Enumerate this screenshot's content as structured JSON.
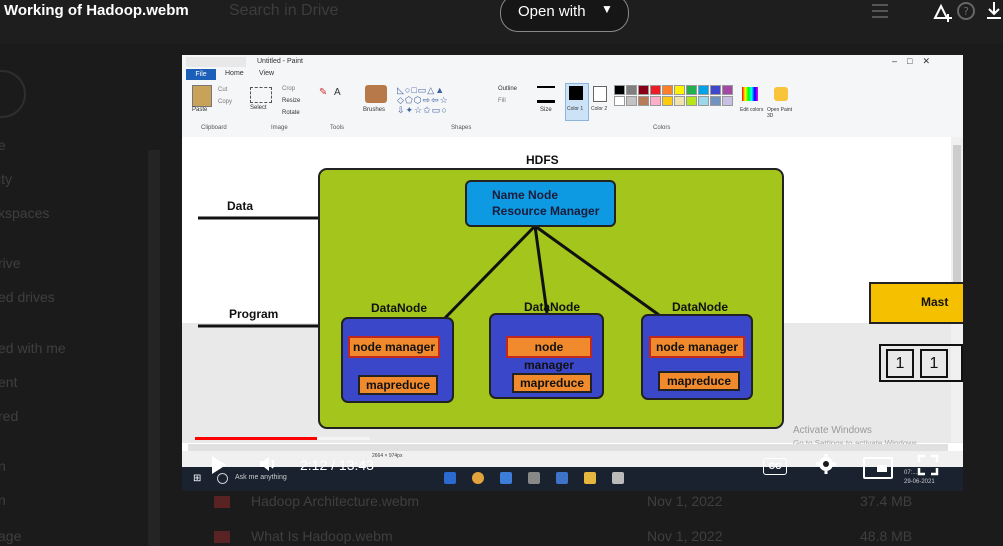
{
  "top_bar": {
    "file_title": "Working of Hadoop.webm",
    "search_placeholder": "Search in Drive",
    "open_with_label": "Open with",
    "icons": [
      "filter-icon",
      "add-to-drive-icon",
      "help-icon",
      "download-icon"
    ]
  },
  "sidebar": {
    "items": [
      "e",
      "ity",
      "kspaces",
      "rive",
      "ed drives",
      "ed with me",
      "ent",
      "red",
      "n",
      "n",
      "age"
    ]
  },
  "file_list": {
    "rows": [
      {
        "name": "Hadoop Architecture.webm",
        "date": "Nov 1, 2022",
        "size": "37.4 MB"
      },
      {
        "name": "What Is Hadoop.webm",
        "date": "Nov 1, 2022",
        "size": "48.8 MB"
      }
    ]
  },
  "video": {
    "paint": {
      "window_title": "Untitled - Paint",
      "tabs": [
        "File",
        "Home",
        "View"
      ],
      "groups": [
        "Clipboard",
        "Image",
        "Tools",
        "Shapes",
        "Colors"
      ],
      "tool_labels": {
        "paste": "Paste",
        "cut": "Cut",
        "copy": "Copy",
        "select": "Select",
        "crop": "Crop",
        "resize": "Resize",
        "rotate": "Rotate",
        "brushes": "Brushes",
        "outline": "Outline",
        "fill": "Fill",
        "size": "Size",
        "color1": "Color 1",
        "color2": "Color 2",
        "edit_colors": "Edit colors",
        "open_paint3d": "Open Paint 3D"
      },
      "palette": [
        "#000000",
        "#7f7f7f",
        "#880015",
        "#ed1c24",
        "#ff7f27",
        "#fff200",
        "#22b14c",
        "#00a2e8",
        "#3f48cc",
        "#a349a4",
        "#ffffff",
        "#c3c3c3",
        "#b97a57",
        "#ffaec9",
        "#ffc90e",
        "#efe4b0",
        "#b5e61d",
        "#99d9ea",
        "#7092be",
        "#c8bfe7"
      ],
      "status_size": "2664 × 974px"
    },
    "diagram": {
      "hdfs_label": "HDFS",
      "data_label": "Data",
      "program_label": "Program",
      "name_node_line1": "Name Node",
      "name_node_line2": "Resource Manager",
      "datanodes": [
        {
          "label": "DataNode",
          "node_manager": "node manager",
          "mapreduce": "mapreduce"
        },
        {
          "label": "DataNode",
          "node_manager": "node manager",
          "mapreduce": "mapreduce"
        },
        {
          "label": "DataNode",
          "node_manager": "node manager",
          "mapreduce": "mapreduce"
        }
      ],
      "master_label": "Mast",
      "slots": [
        "1",
        "1"
      ],
      "colors": {
        "hdfs": "#a3c51c",
        "name_node": "#0e9ae3",
        "datanode": "#3a47c8",
        "component": "#f08a2c",
        "master": "#f5c000"
      }
    },
    "watermark_line1": "Activate Windows",
    "watermark_line2": "Go to Settings to activate Windows.",
    "taskbar": {
      "search_placeholder": "Ask me anything",
      "clock_time": "07:...",
      "clock_date": "29-06-2021"
    },
    "player": {
      "current_time": "2:12",
      "duration": "13:43",
      "timecode": "2:12 / 13:43",
      "progress_fraction": 0.16,
      "cc_label": "CC"
    }
  }
}
